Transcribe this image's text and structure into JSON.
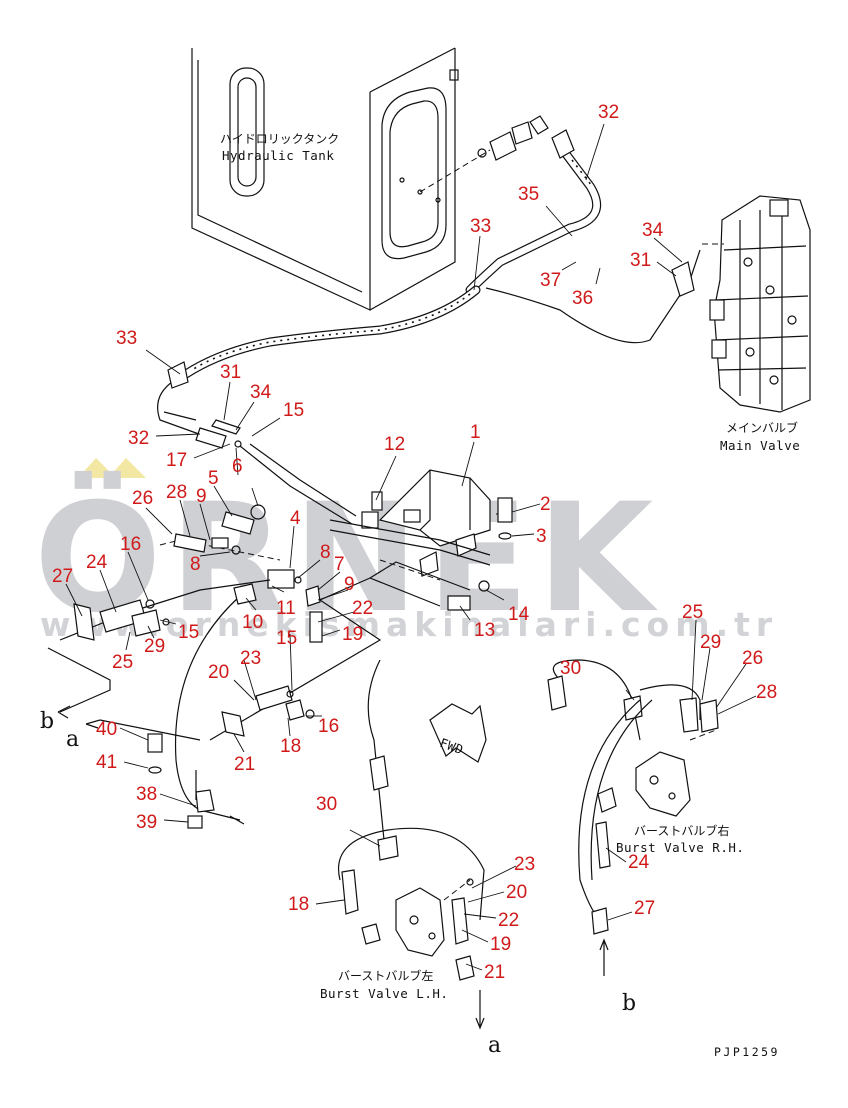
{
  "diagram": {
    "labels": {
      "tank_jp": "ハイドロリックタンク",
      "tank_en": "Hydraulic Tank",
      "main_valve_jp": "メインバルブ",
      "main_valve_en": "Main Valve",
      "burst_rh_jp": "バーストバルブ右",
      "burst_rh_en": "Burst Valve R.H.",
      "burst_lh_jp": "バーストバルブ左",
      "burst_lh_en": "Burst Valve L.H.",
      "fwd": "FWD",
      "drawing_code": "PJP1259"
    },
    "references": [
      "a",
      "b",
      "a",
      "b"
    ],
    "callouts": [
      "32",
      "35",
      "33",
      "34",
      "31",
      "37",
      "36",
      "33",
      "31",
      "34",
      "15",
      "32",
      "12",
      "1",
      "17",
      "6",
      "5",
      "2",
      "3",
      "28",
      "9",
      "26",
      "4",
      "16",
      "8",
      "7",
      "27",
      "24",
      "9",
      "8",
      "22",
      "14",
      "13",
      "11",
      "10",
      "15",
      "19",
      "25",
      "29",
      "15",
      "25",
      "29",
      "26",
      "30",
      "28",
      "23",
      "20",
      "16",
      "18",
      "21",
      "40",
      "41",
      "38",
      "39",
      "30",
      "24",
      "23",
      "20",
      "27",
      "18",
      "22",
      "19",
      "21"
    ]
  },
  "watermark": {
    "brand": "ÖRNEK",
    "url": "www.ornekismakinalari.com.tr"
  }
}
